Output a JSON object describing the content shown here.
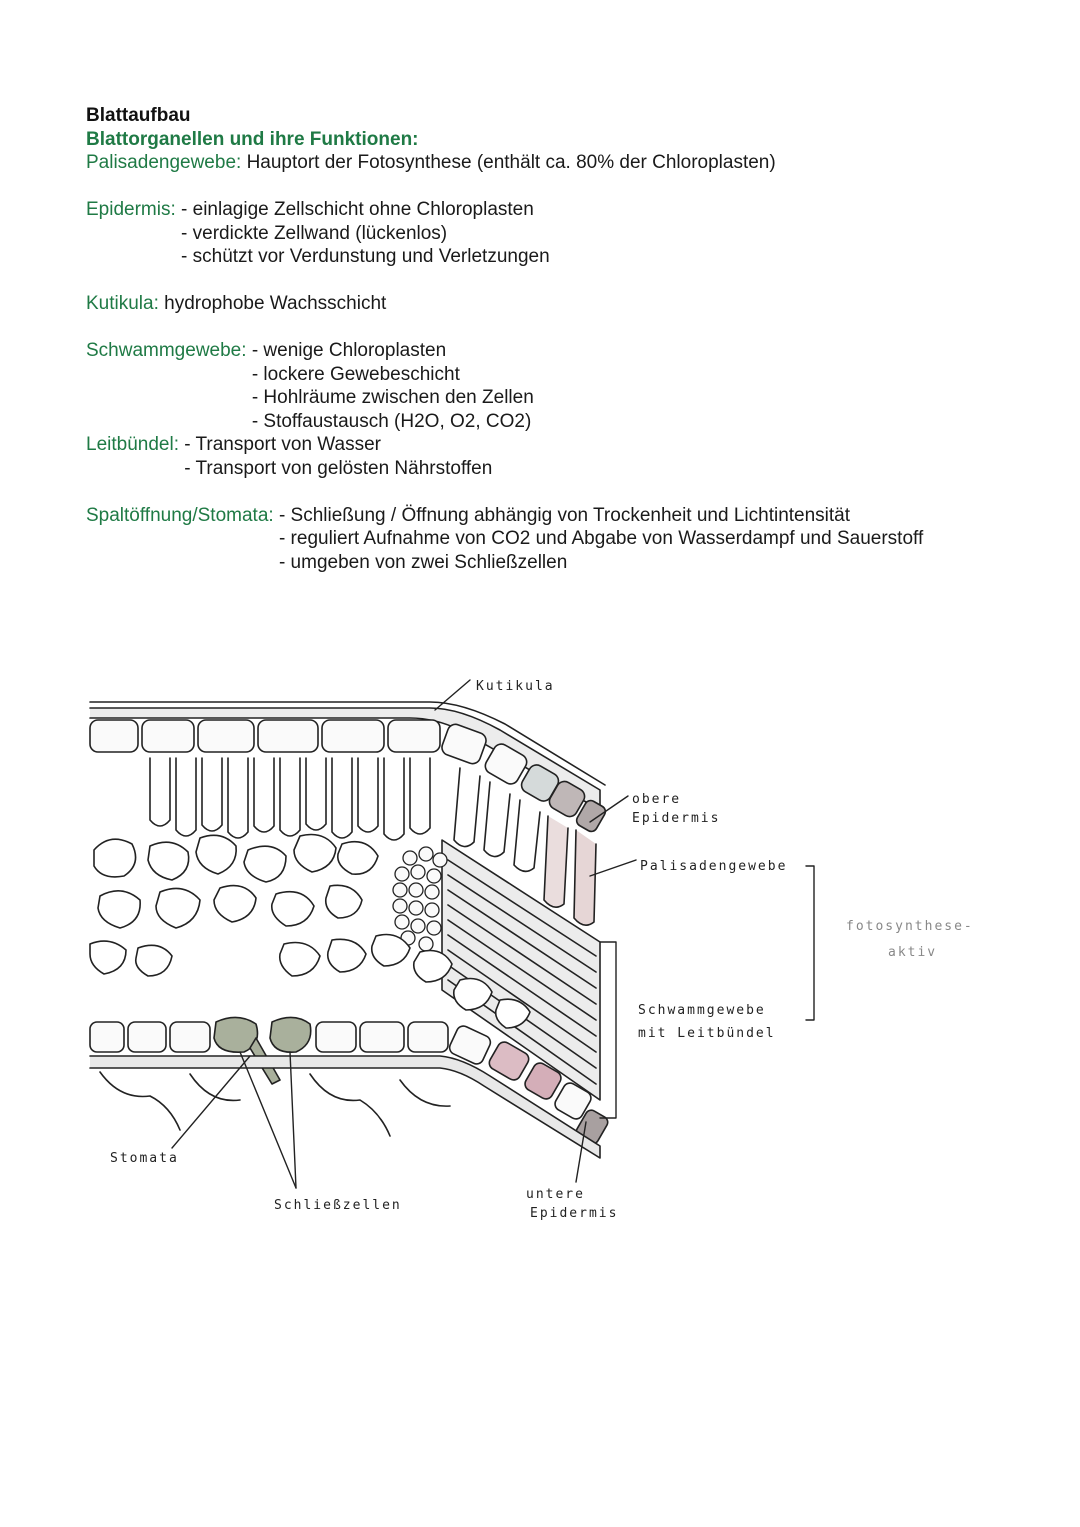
{
  "heading": "Blattaufbau",
  "subheading": "Blattorganellen und ihre Funktionen:",
  "sections": [
    {
      "term": "Palisadengewebe:",
      "items": [
        "Hauptort der Fotosynthese (enthält ca. 80% der Chloroplasten)"
      ]
    },
    {
      "term": "Epidermis:",
      "items": [
        "- einlagige Zellschicht ohne Chloroplasten",
        "- verdickte Zellwand (lückenlos)",
        "- schützt vor Verdunstung und Verletzungen"
      ]
    },
    {
      "term": "Kutikula:",
      "items": [
        "hydrophobe Wachsschicht"
      ]
    },
    {
      "term": "Schwammgewebe:",
      "items": [
        "- wenige Chloroplasten",
        "- lockere Gewebeschicht",
        "- Hohlräume zwischen den Zellen",
        "- Stoffaustausch (H2O, O2, CO2)"
      ]
    },
    {
      "term": "Leitbündel:",
      "items": [
        "- Transport von Wasser",
        "- Transport von gelösten Nährstoffen"
      ]
    },
    {
      "term": "Spaltöffnung/Stomata:",
      "items": [
        "- Schließung / Öffnung abhängig von Trockenheit und Lichtintensität",
        "- reguliert Aufnahme von CO2 und Abgabe von Wasserdampf und Sauerstoff",
        "- umgeben von zwei Schließzellen"
      ]
    }
  ],
  "figure_labels": {
    "kutikula": "Kutikula",
    "obere_epidermis_1": "obere",
    "obere_epidermis_2": "Epidermis",
    "palisadengewebe": "Palisadengewebe",
    "fotosynthese_1": "fotosynthese-",
    "fotosynthese_2": "aktiv",
    "schwammgewebe_1": "Schwammgewebe",
    "schwammgewebe_2": "mit Leitbündel",
    "stomata": "Stomata",
    "schliesszellen": "Schließzellen",
    "untere_epidermis_1": "untere",
    "untere_epidermis_2": "Epidermis"
  },
  "colors": {
    "term_green": "#1f7a45",
    "guard_cell": "#a9b09c",
    "palisade_pink": "#e8d8d8",
    "lower_pink": "#d9b8bf",
    "epidermis_gray": "#b8b0b0",
    "bundle_gray": "#e4e4e4"
  }
}
